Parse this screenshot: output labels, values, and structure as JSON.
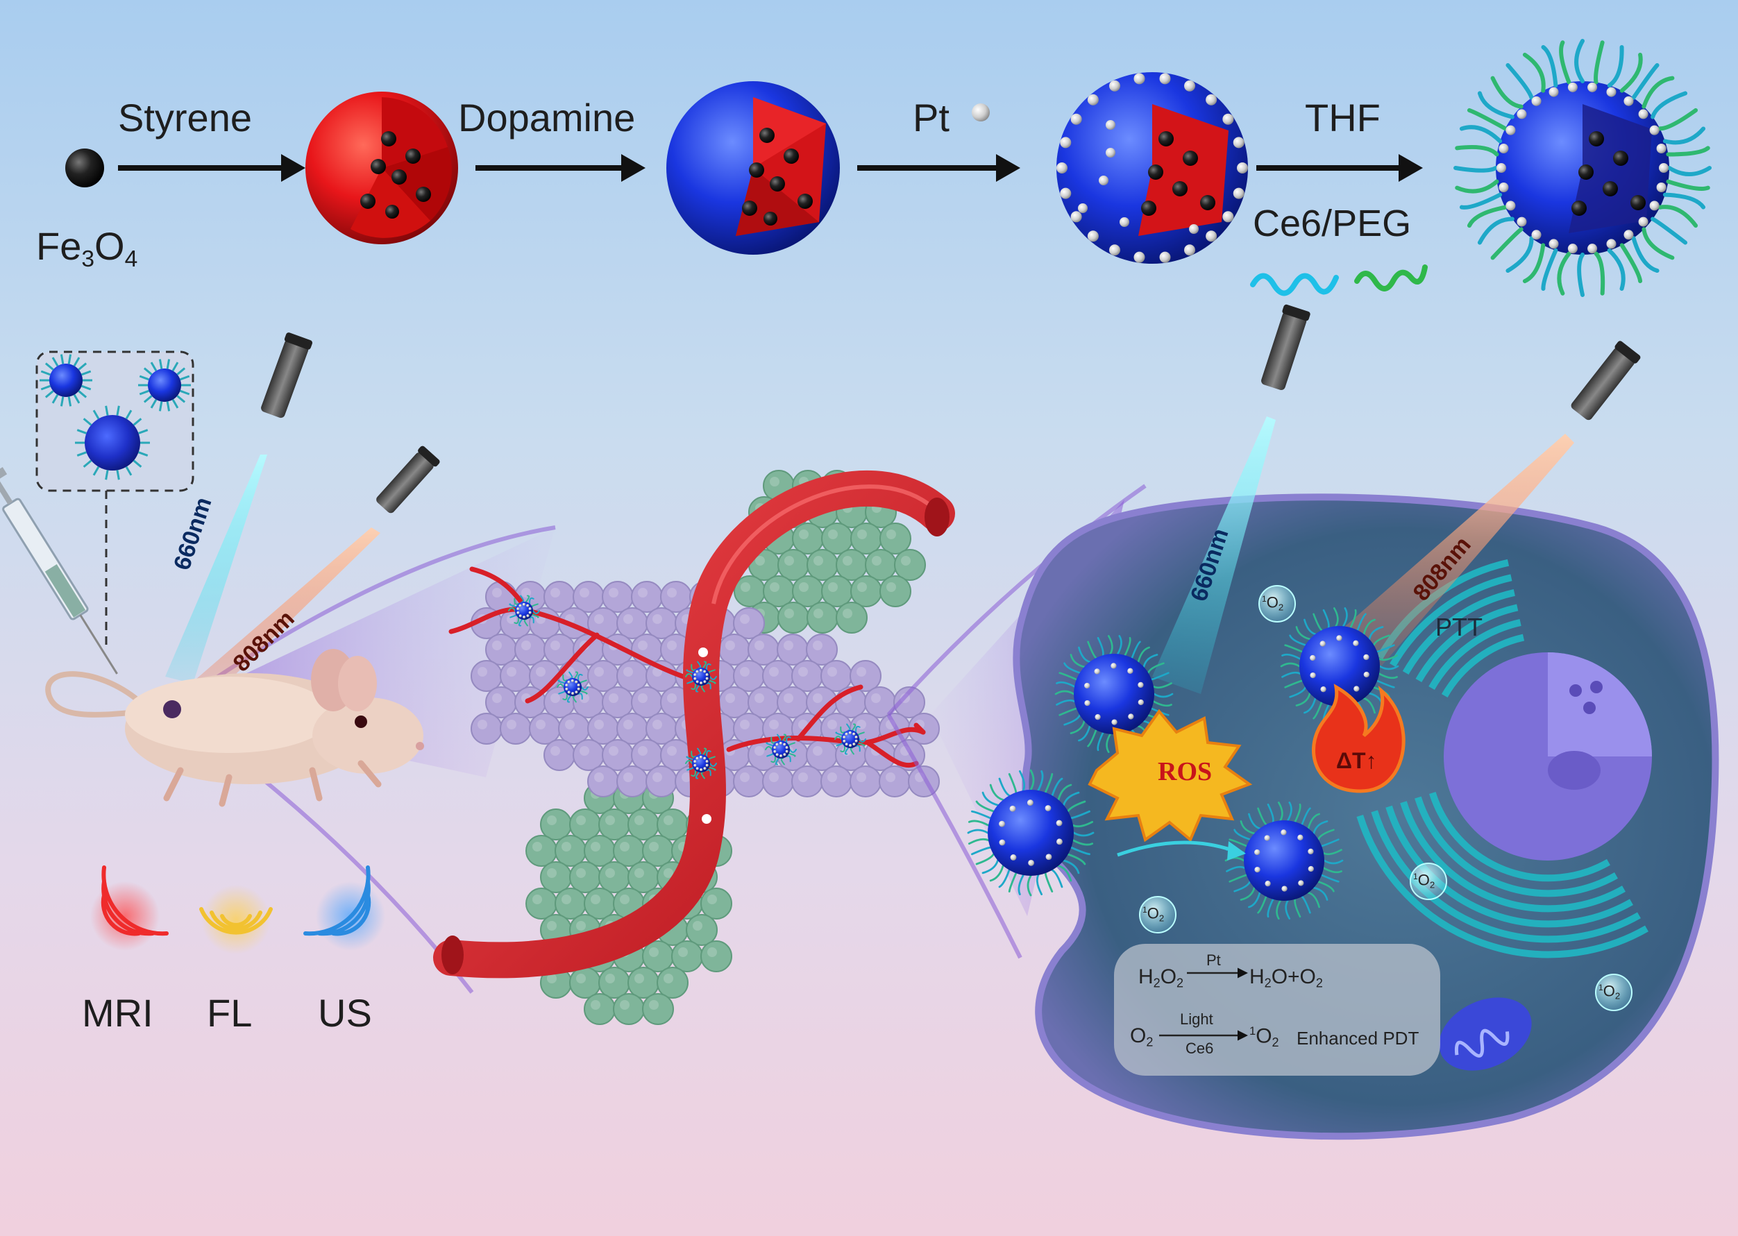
{
  "synthesis": {
    "step_styrene": "Styrene",
    "step_dopamine": "Dopamine",
    "step_pt": "Pt",
    "step_thf": "THF",
    "step_ce6_peg": "Ce6/PEG",
    "fe3o4": {
      "base": "Fe",
      "sub1": "3",
      "mid": "O",
      "sub2": "4"
    }
  },
  "lasers": {
    "left_660": "660nm",
    "left_808": "808nm",
    "cell_660": "660nm",
    "cell_808": "808nm"
  },
  "imaging": {
    "mri": "MRI",
    "fl": "FL",
    "us": "US"
  },
  "cell": {
    "ros": "ROS",
    "ptt": "PTT",
    "delta_t": "ΔT↑",
    "singlet_oxygen": {
      "sup": "1",
      "base": "O",
      "sub": "2"
    },
    "eq1": {
      "h2o2": "H",
      "h2o2_sub1": "2",
      "h2o2_mid": "O",
      "h2o2_sub2": "2",
      "catalyst": "Pt",
      "product_h2o": "H",
      "product_sub": "2",
      "product_o": "O+O",
      "product_sub2": "2"
    },
    "eq2": {
      "o2": "O",
      "o2_sub": "2",
      "above": "Light",
      "below": "Ce6",
      "product_sup": "1",
      "product_o": "O",
      "product_sub": "2",
      "label": "Enhanced PDT"
    }
  },
  "colors": {
    "bg_top": "#a9cdef",
    "bg_bottom": "#f0d0de",
    "polystyrene_red": "#e8161a",
    "polydopamine_blue": "#1a36e0",
    "vessel_red": "#d81f28",
    "tumor_purple": "#b3a6d8",
    "tumor_green": "#7fb59a",
    "laser_cyan": "#22d6e8",
    "laser_red": "#f26a3a",
    "mri_red": "#ef2b2b",
    "fl_yellow": "#f2c230",
    "us_blue": "#2a8be0"
  }
}
